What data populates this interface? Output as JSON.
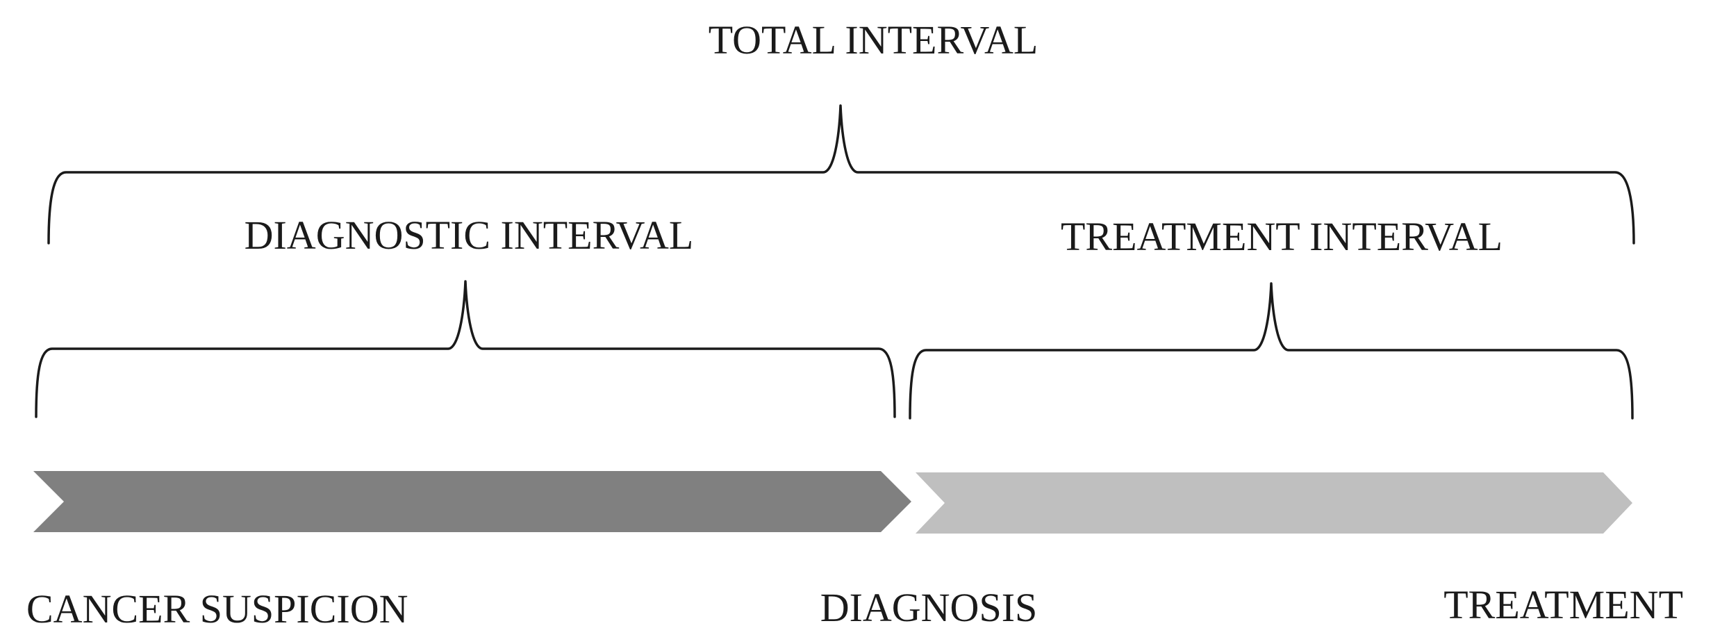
{
  "intervals": {
    "total": "TOTAL INTERVAL",
    "diagnostic": "DIAGNOSTIC INTERVAL",
    "treatment": "TREATMENT INTERVAL"
  },
  "milestones": {
    "suspicion": "CANCER SUSPICION",
    "diagnosis": "DIAGNOSIS",
    "treatment": "TREATMENT"
  },
  "colors": {
    "diagnostic_phase": "#808080",
    "treatment_phase": "#bfbfbf",
    "ink": "#1a1a1a"
  }
}
